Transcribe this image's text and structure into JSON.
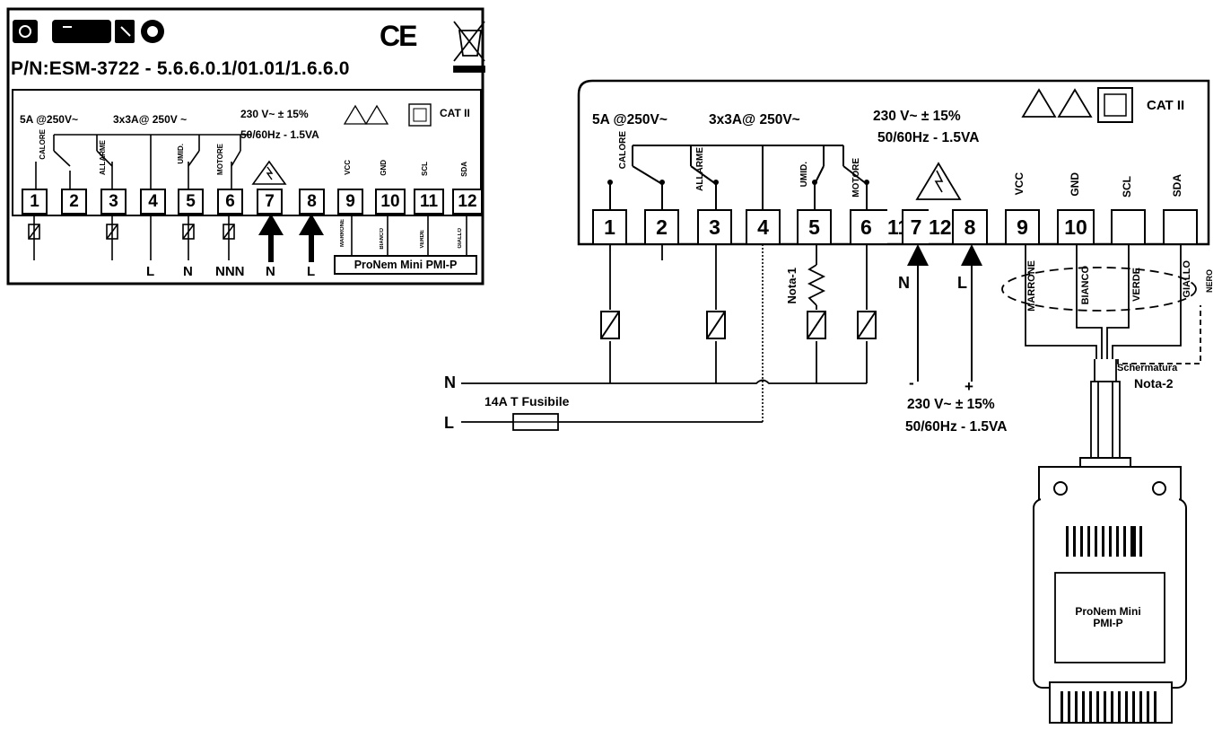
{
  "small_panel": {
    "part_number": "P/N:ESM-3722 - 5.6.6.0.1/01.01/1.6.6.0",
    "ce_mark": "CE",
    "rating_relay1": "5A @250V~",
    "rating_relays": "3x3A@ 250V ~",
    "supply_voltage": "230 V~ ± 15%",
    "supply_freq": "50/60Hz - 1.5VA",
    "category": "CAT II",
    "terminals": [
      "1",
      "2",
      "3",
      "4",
      "5",
      "6",
      "7",
      "8",
      "9",
      "10",
      "11",
      "12"
    ],
    "relay_labels": {
      "calore": "CALORE",
      "allarme": "ALLARME",
      "umid": "UMID.",
      "motore": "MOTORE"
    },
    "bus_labels": {
      "vcc": "VCC",
      "gnd": "GND",
      "scl": "SCL",
      "sda": "SDA"
    },
    "wire_colors": {
      "marrone": "MARRONE",
      "bianco": "BIANCO",
      "verde": "VERDE",
      "giallo": "GIALLO"
    },
    "bottom_letters": {
      "t4": "L",
      "t5": "N",
      "t6": "NNN",
      "t7": "N",
      "t8": "L"
    },
    "sensor_box": "ProNem Mini PMI-P"
  },
  "large_panel": {
    "rating_relay1": "5A @250V~",
    "rating_relays": "3x3A@ 250V~",
    "supply_voltage": "230 V~ ± 15%",
    "supply_freq": "50/60Hz - 1.5VA",
    "category": "CAT II",
    "terminals": [
      "1",
      "2",
      "3",
      "4",
      "5",
      "6",
      "11",
      "7",
      "12",
      "8",
      "9",
      "10"
    ],
    "relay_labels": {
      "calore": "CALORE",
      "allarme": "ALLARME",
      "umid": "UMID.",
      "motore": "MOTORE"
    },
    "bus_labels": {
      "vcc": "VCC",
      "gnd": "GND",
      "scl": "SCL",
      "sda": "SDA"
    },
    "wire_colors": {
      "marrone": "MARRONE",
      "bianco": "BIANCO",
      "verde": "VERDE",
      "giallo": "GIALLO",
      "nero": "NERO"
    },
    "supply_letters": {
      "n": "N",
      "l": "L"
    },
    "nota1": "Nota-1",
    "shield": "Schermatura",
    "nota2": "Nota-2",
    "polarity": {
      "minus": "-",
      "plus": "+"
    },
    "bottom_voltage": "230 V~ ± 15%",
    "bottom_freq": "50/60Hz - 1.5VA"
  },
  "mains": {
    "n": "N",
    "l": "L",
    "fuse": "14A T Fusibile"
  },
  "sensor": {
    "line1": "ProNem Mini",
    "line2": "PMI-P"
  }
}
